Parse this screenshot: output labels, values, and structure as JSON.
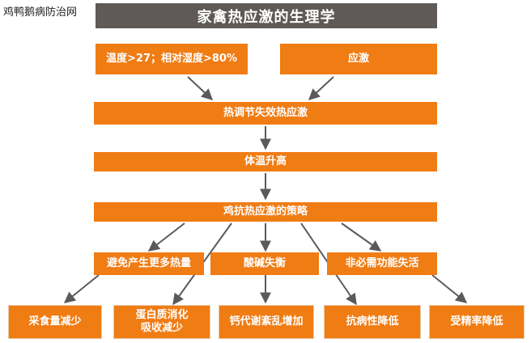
{
  "watermark": "鸡鸭鹅病防治网",
  "title": "家禽热应激的生理学",
  "boxes": {
    "temp_humidity": "温度>27；相对湿度>80%",
    "stress": "应激",
    "heat_regulation_failure": "热调节失效热应激",
    "body_temp_rise": "体温升高",
    "anti_heat_strategy": "鸡抗热应激的策略",
    "avoid_heat": "避免产生更多热量",
    "acid_base": "酸碱失衡",
    "nonessential_loss": "非必需功能失活",
    "feed_intake_down": "采食量减少",
    "protein_digestion_line1": "蛋白质消化",
    "protein_digestion_line2": "吸收减少",
    "calcium_metabolism": "钙代谢紊乱增加",
    "disease_resistance_down": "抗病性降低",
    "fertility_down": "受精率降低"
  },
  "colors": {
    "box": "#f07c14",
    "title_bar": "#5f5a57",
    "arrow": "#5a5a5a"
  }
}
